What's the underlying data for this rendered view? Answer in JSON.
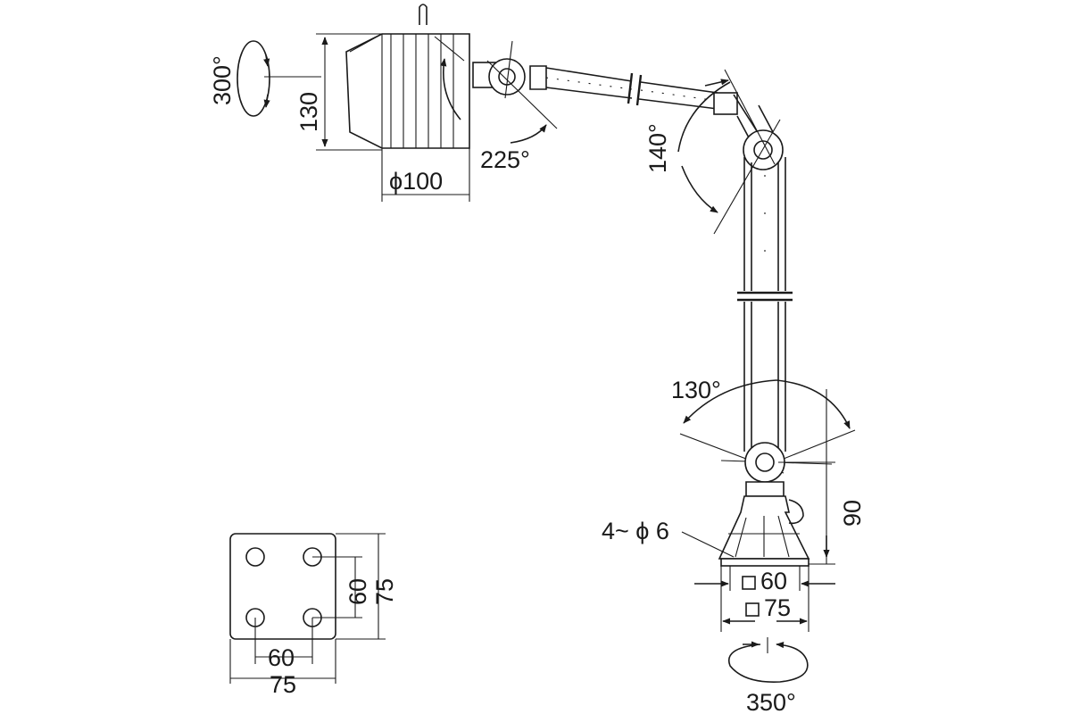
{
  "labels": {
    "rotation_head": "300°",
    "head_height": "130",
    "head_tilt": "225°",
    "head_diameter": "ϕ100",
    "elbow_angle": "140°",
    "base_joint_angle": "130°",
    "base_height": "90",
    "hole_spec": "4~ ϕ 6",
    "base_inner": "60",
    "base_outer": "75",
    "plate_h_inner": "60",
    "plate_h_outer": "75",
    "plate_v_inner": "60",
    "plate_v_outer": "75",
    "base_rotation": "350°"
  },
  "colors": {
    "line": "#1a1a1a",
    "background": "#ffffff"
  }
}
